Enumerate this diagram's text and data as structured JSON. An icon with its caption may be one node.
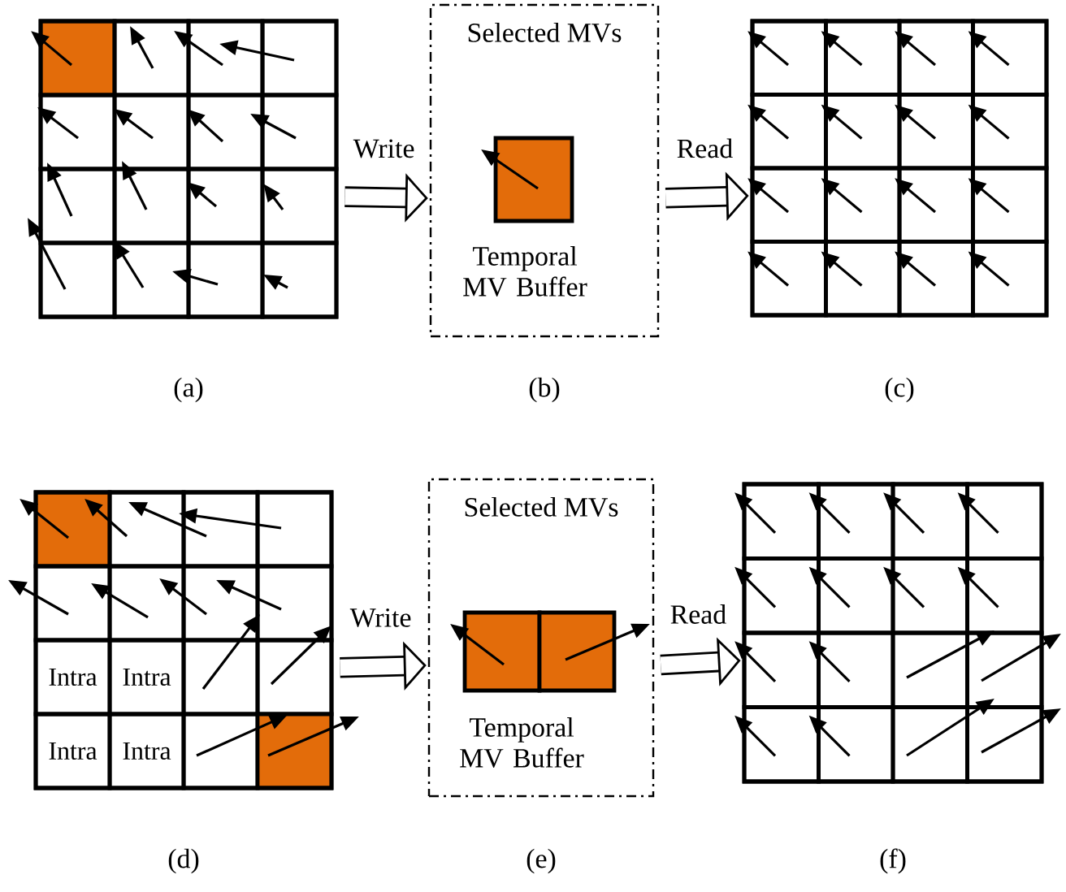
{
  "diagram": {
    "nodes": [
      {
        "text": [],
        "shape": "grid",
        "beside": [
          "(a)"
        ]
      },
      {
        "text": [
          "Selected MVs",
          "Temporal MV Buffer"
        ],
        "beside": [
          "(b)"
        ]
      },
      {
        "text": [],
        "shape": "grid",
        "beside": [
          "(c)"
        ]
      },
      {
        "text": [],
        "shape": "grid",
        "beside": [
          "(d)"
        ]
      },
      {
        "text": [
          "Intra"
        ],
        "in": 3
      },
      {
        "text": [
          "Intra"
        ],
        "in": 3
      },
      {
        "text": [
          "Intra"
        ],
        "in": 3
      },
      {
        "text": [
          "Intra"
        ],
        "in": 3
      },
      {
        "text": [
          "Selected MVs",
          "Temporal MV Buffer"
        ],
        "beside": [
          "(e)"
        ]
      },
      {
        "text": [],
        "shape": "grid",
        "beside": [
          "(f)"
        ]
      }
    ],
    "edges": [
      {
        "from": 0,
        "to": 1,
        "arrow": "to",
        "label": "Write"
      },
      {
        "from": 1,
        "to": 2,
        "arrow": "to",
        "label": "Read"
      },
      {
        "from": 3,
        "to": 8,
        "arrow": "to",
        "label": "Write"
      },
      {
        "from": 8,
        "to": 9,
        "arrow": "to",
        "label": "Read"
      }
    ]
  }
}
